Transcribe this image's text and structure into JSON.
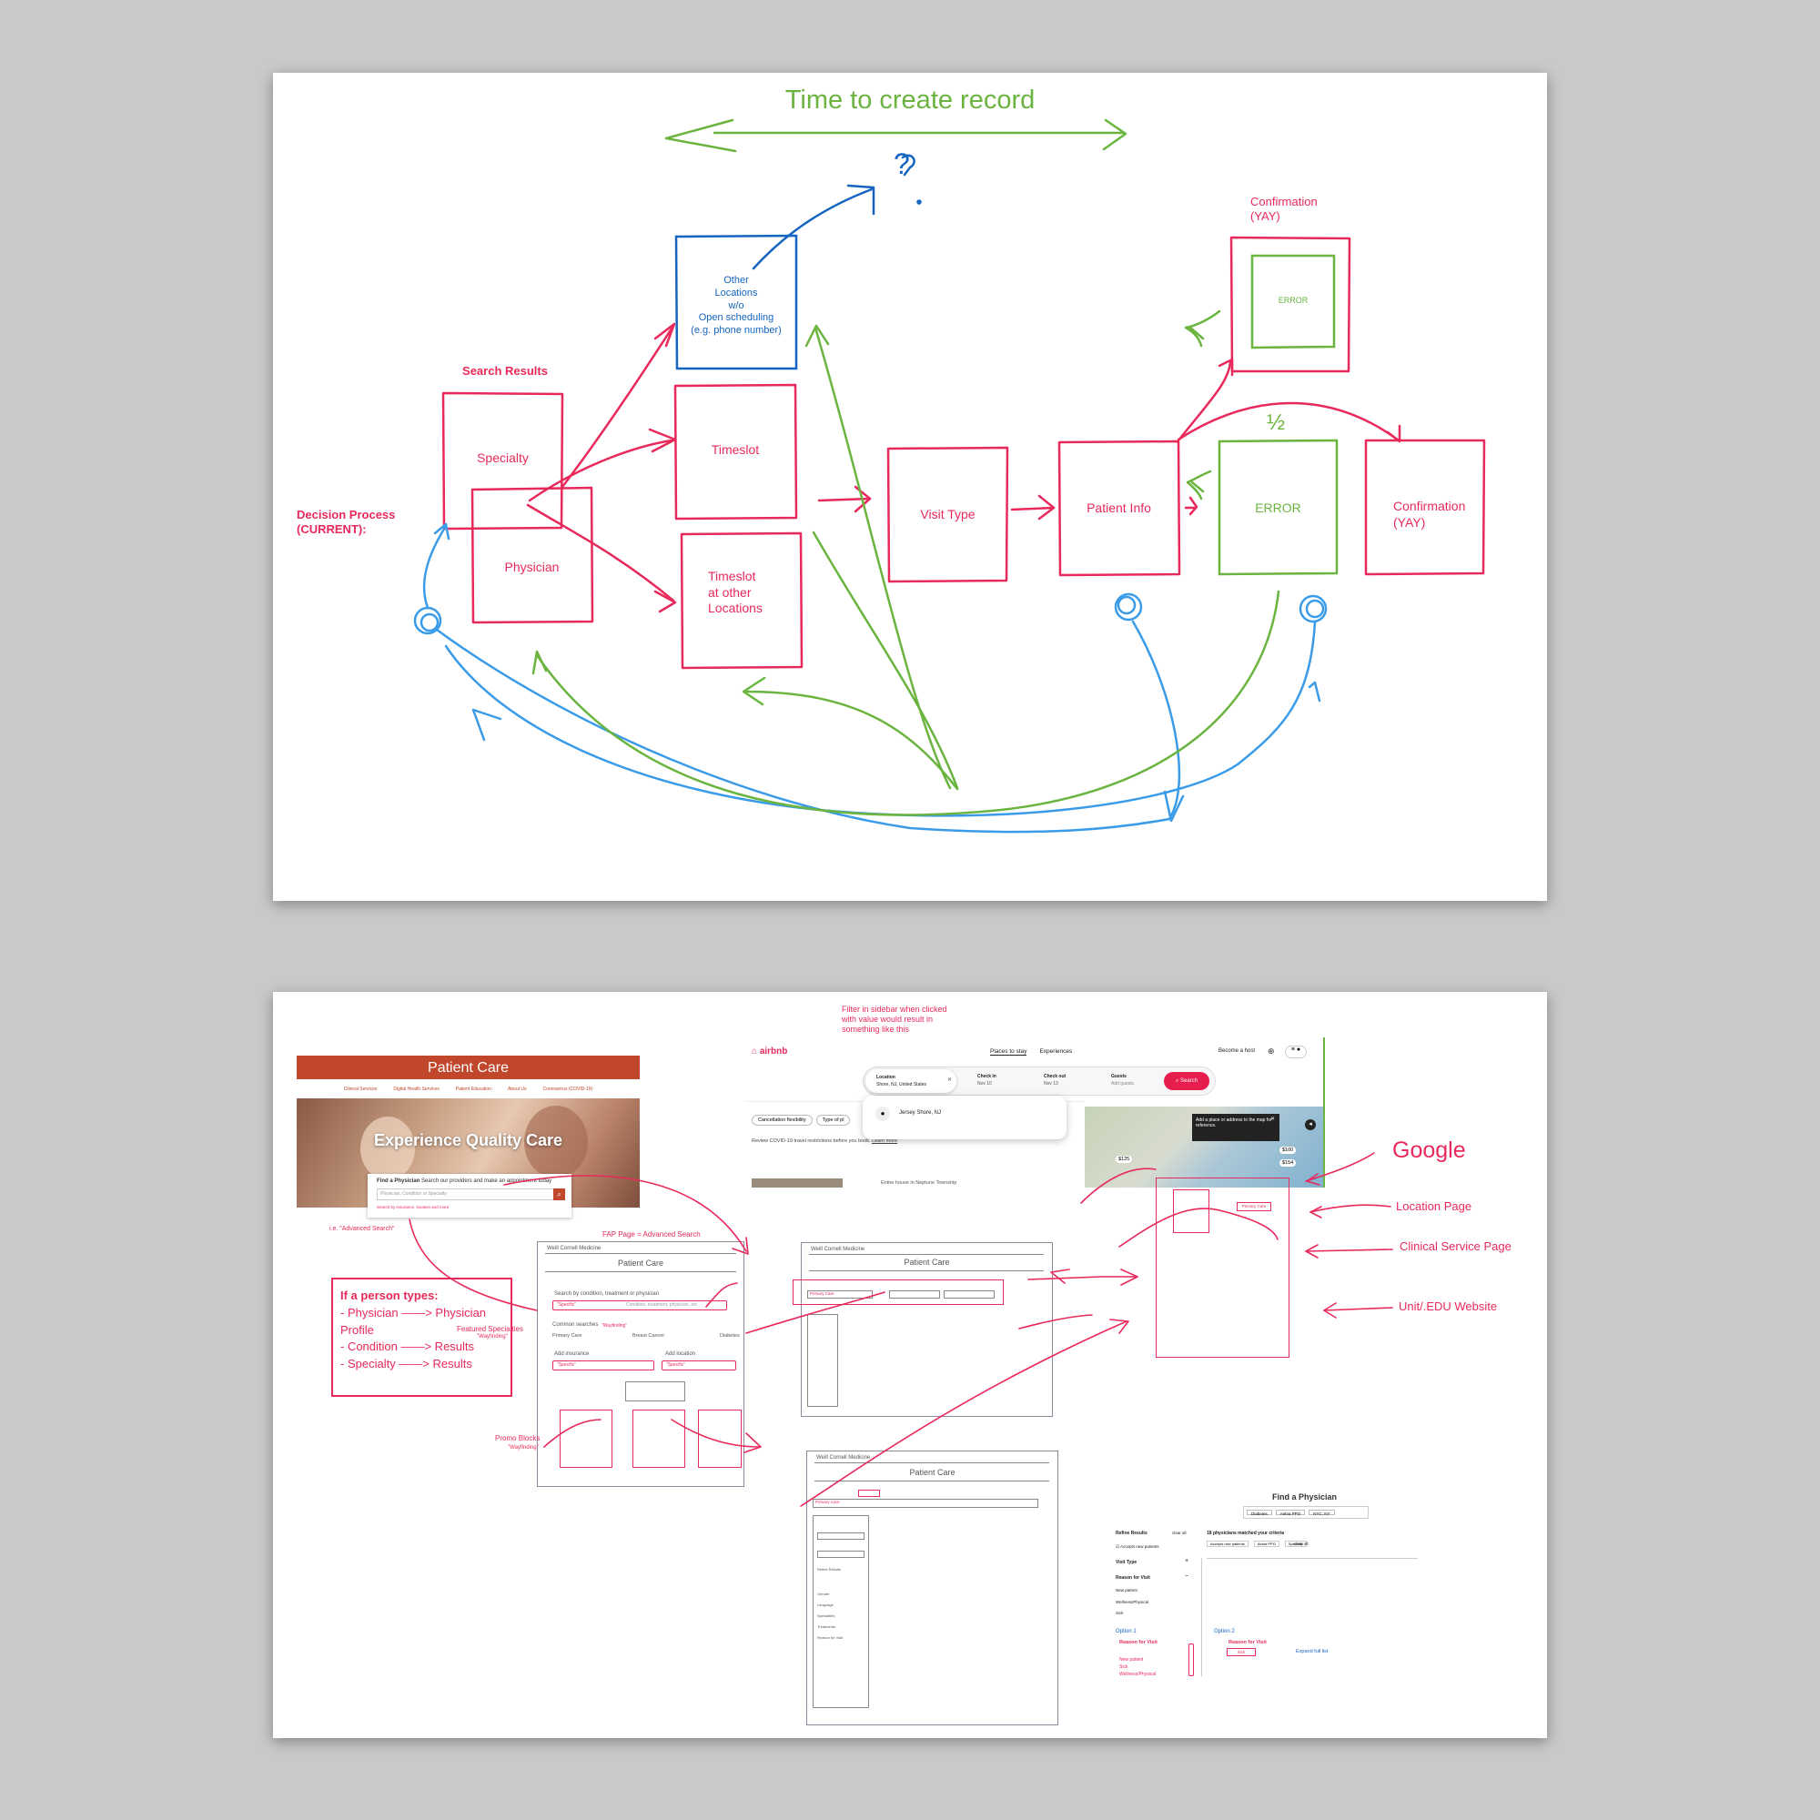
{
  "colors": {
    "pink": "#e8295b",
    "green": "#6ab43f",
    "blue": "#1565c0",
    "lightblue": "#3a9be8",
    "brand": "#c0462c"
  },
  "top": {
    "title": "Time to create record",
    "question": "?",
    "decision_label": "Decision Process\n(CURRENT):",
    "search_results_label": "Search Results",
    "specialty": "Specialty",
    "physician": "Physician",
    "other_locations": "Other\nLocations\nw/o\nOpen scheduling\n(e.g. phone number)",
    "timeslot": "Timeslot",
    "timeslot_other": "Timeslot\nat other\nLocations",
    "visit_type": "Visit Type",
    "patient_info": "Patient Info",
    "error": "ERROR",
    "error_small": "ERROR",
    "confirmation": "Confirmation\n(YAY)",
    "confirmation_top": "Confirmation\n(YAY)",
    "half": "½"
  },
  "bottom": {
    "patient_care": {
      "banner": "Patient Care",
      "nav": [
        "Clinical Services",
        "Digital Health Services",
        "Patient Education",
        "About Us",
        "Coronavirus (COVID-19)"
      ],
      "hero": "Experience Quality Care",
      "find_label": "Find a Physician",
      "find_text": "Search our providers and make an appointment today",
      "search_placeholder": "Physician, Condition or Specialty",
      "search_hint": "Search by insurance, location and more",
      "advanced_note": "i.e. \"Advanced Search\""
    },
    "airbnb": {
      "note": "Filter in sidebar when clicked\nwith value would result in\nsomething like this",
      "logo": "airbnb",
      "tabs": [
        "Places to stay",
        "Experiences"
      ],
      "host": "Become a host",
      "location_label": "Location",
      "location_value": "Shore, NJ, United States",
      "checkin_label": "Check in",
      "checkin_value": "Nov 10",
      "checkout_label": "Check out",
      "checkout_value": "Nov 13",
      "guests_label": "Guests",
      "guests_value": "Add guests",
      "search_btn": "Search",
      "dropdown_item": "Jersey Shore, NJ",
      "chips": [
        "Cancellation flexibility",
        "Type of pl"
      ],
      "covid": "Review COVID-19 travel restrictions before you book.",
      "learn": "Learn more",
      "map_tip": "Add a place or address to the map for reference.",
      "prices": [
        "$100",
        "$125",
        "$154"
      ],
      "listing": "Entire house in Neptune Township"
    },
    "person_types": {
      "title": "If a person types:",
      "lines": [
        "- Physician ——> Physician",
        "Profile",
        "- Condition ——> Results",
        "- Specialty ——> Results"
      ]
    },
    "fap": {
      "page_label": "FAP Page = Advanced Search",
      "org": "Weill Cornell Medicine",
      "title": "Patient Care",
      "search_label": "Search by condition, treatment or physician",
      "search_value": "\"Specific\"",
      "search_placeholder": "Condition, treatment, physician, etc",
      "common": "Common searches",
      "wayfinding": "\"Wayfinding\"",
      "featured": "Featured Specialties",
      "featured_sub": "\"Wayfinding\"",
      "common_items": [
        "Primary Care",
        "Breast Cancer",
        "Diabetes"
      ],
      "insurance": "Add insurance",
      "location": "Add location",
      "specific": "\"Specific\"",
      "promo": "Promo Blocks",
      "promo_sub": "\"Wayfinding\""
    },
    "results_mock": {
      "org": "Weill Cornell Medicine",
      "title": "Patient Care",
      "primary": "Primary Care"
    },
    "results_mock2": {
      "org": "Weill Cornell Medicine",
      "title": "Patient Care",
      "primary": "Primary Care",
      "refine": "Refine Results",
      "sidebar": [
        "Gender",
        "Language",
        "Specialties",
        "Treatments",
        "Reason for Visit"
      ]
    },
    "google": {
      "title": "Google",
      "location": "Location Page",
      "clinical": "Clinical Service Page",
      "unit": "Unit/.EDU Website",
      "tag": "Primary Care"
    },
    "find_physician": {
      "title": "Find a Physician",
      "chips": [
        "Diabetes",
        "Aetna PPO",
        "NYC, NY"
      ],
      "refine": "Refine Results",
      "clear": "clear all",
      "matched": "18 physicians matched your criteria",
      "filters": [
        "Accepts new patients",
        "Aetna PPO",
        "Specialty"
      ],
      "accepts": "Accepts new patients",
      "visit_type": "Visit Type",
      "reason": "Reason for Visit",
      "reasons": [
        "New patient",
        "Wellness/Physical",
        "Sick"
      ],
      "option1": "Option 1",
      "option2": "Option 2",
      "opt_reason": "Reason for Visit",
      "opt1_items": [
        "New patient",
        "Sick",
        "Wellness/Physical"
      ],
      "opt2_sick": "Sick",
      "expand": "Expand full list"
    }
  }
}
